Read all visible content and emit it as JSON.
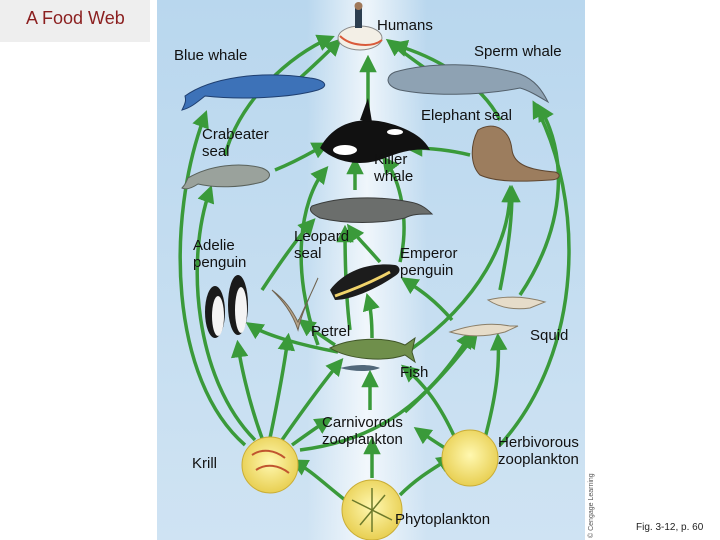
{
  "title": "A Food Web",
  "labels": {
    "humans": "Humans",
    "sperm_whale": "Sperm whale",
    "blue_whale": "Blue whale",
    "elephant_seal": "Elephant seal",
    "crabeater_seal": "Crabeater\nseal",
    "killer_whale": "Killer\nwhale",
    "adelie_penguin": "Adelie\npenguin",
    "leopard_seal": "Leopard\nseal",
    "emperor_penguin": "Emperor\npenguin",
    "petrel": "Petrel",
    "squid": "Squid",
    "fish": "Fish",
    "carnivorous_zooplankton": "Carnivorous\nzooplankton",
    "herbivorous_zooplankton": "Herbivorous\nzooplankton",
    "krill": "Krill",
    "phytoplankton": "Phytoplankton"
  },
  "credit": "© Cengage Learning",
  "figure_ref": "Fig. 3-12, p. 60",
  "colors": {
    "arrow": "#3a9a3a",
    "title": "#8b1f1f",
    "water": "#b9d7ee"
  }
}
